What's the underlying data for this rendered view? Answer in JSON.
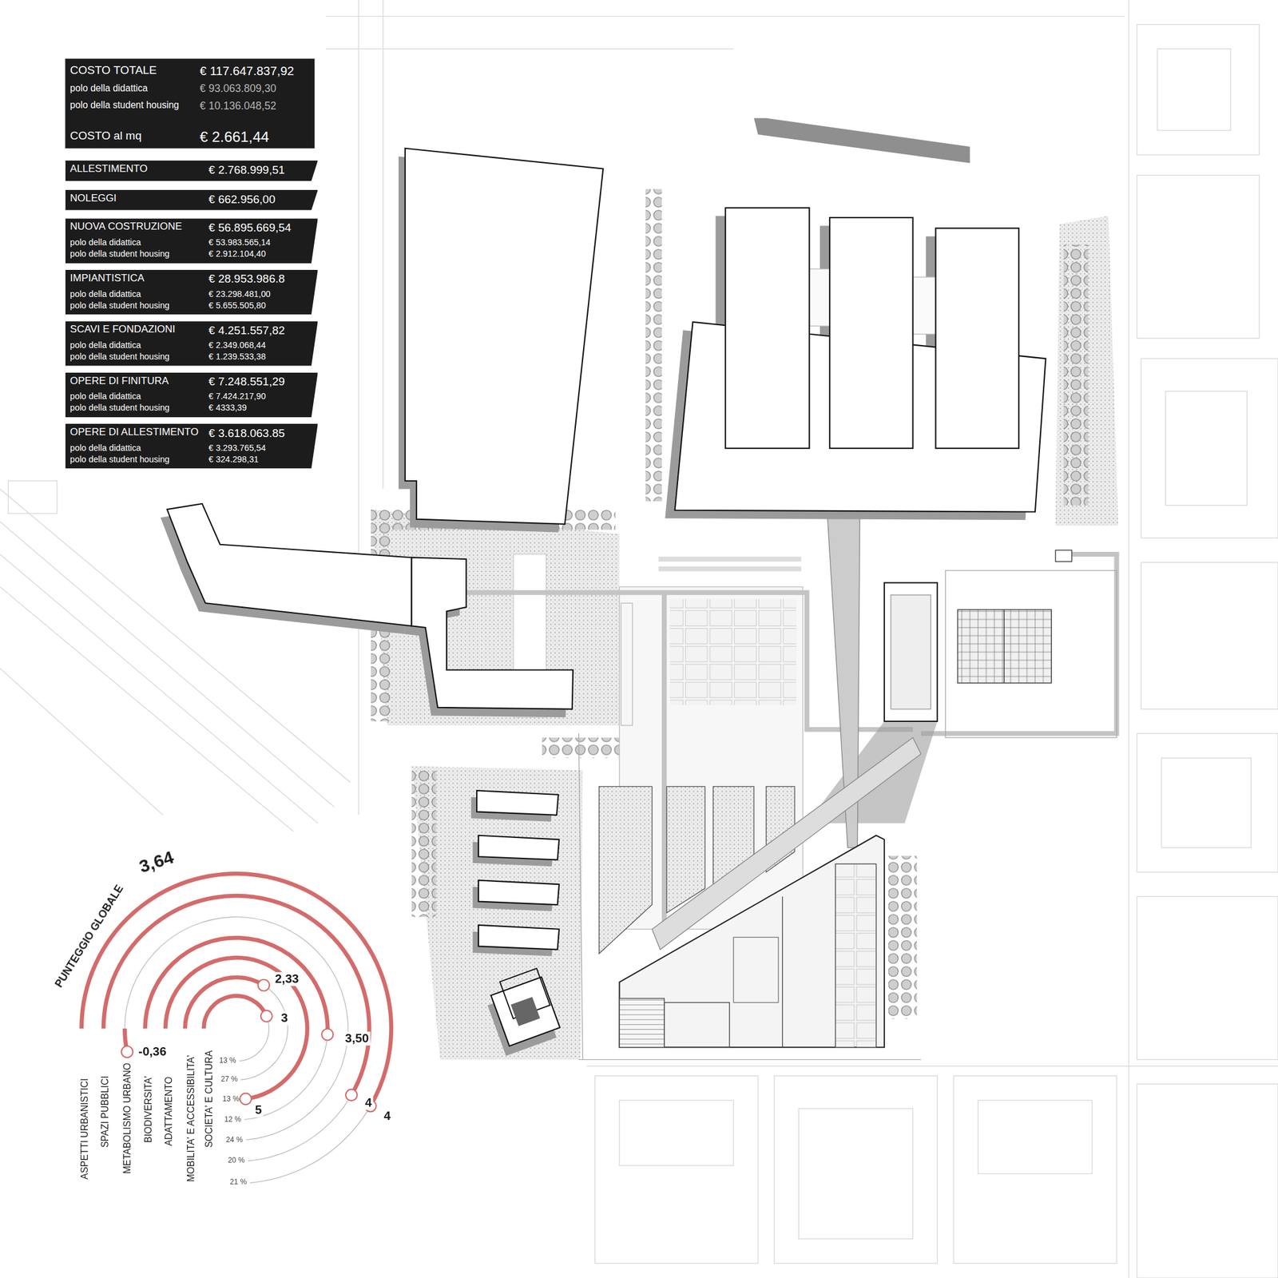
{
  "diagram": {
    "nodes": [
      {
        "text": [
          "COSTO TOTALE",
          "€ 117.647.837,92",
          "polo della didattica",
          "€ 93.063.809,30",
          "polo della student housing",
          "€ 10.136.048,52",
          "COSTO al mq",
          "€ 2.661,44"
        ]
      },
      {
        "text": [
          "ALLESTIMENTO",
          "€ 2.768.999,51"
        ]
      },
      {
        "text": [
          "NOLEGGI",
          "€ 662.956,00"
        ]
      },
      {
        "text": [
          "NUOVA COSTRUZIONE",
          "€ 56.895.669,54",
          "polo della didattica",
          "€ 53.983.565,14",
          "polo della student housing",
          "€ 2.912.104,40"
        ]
      },
      {
        "text": [
          "IMPIANTISTICA",
          "€ 28.953.986.8",
          "polo della didattica",
          "€ 23.298.481,00",
          "polo della student housing",
          "€ 5.655.505,80"
        ]
      },
      {
        "text": [
          "SCAVI E FONDAZIONI",
          "€ 4.251.557,82",
          "polo della didattica",
          "€ 2.349.068,44",
          "polo della student housing",
          "€ 1.239.533,38"
        ]
      },
      {
        "text": [
          "OPERE DI FINITURA",
          "€ 7.248.551,29",
          "polo della didattica",
          "€ 7.424.217,90",
          "polo della student housing",
          "€ 4333,39"
        ]
      },
      {
        "text": [
          "OPERE DI ALLESTIMENTO",
          "€ 3.618.063.85",
          "polo della didattica",
          "€ 3.293.765,54",
          "polo della student housing",
          "€ 324.298,31"
        ]
      }
    ],
    "labels": [
      "PUNTEGGIO GLOBALE",
      "3,64",
      "2,33",
      "3",
      "3,50",
      "-0,36",
      "5",
      "4",
      "4",
      "13 %",
      "27 %",
      "13 %",
      "12 %",
      "24 %",
      "20 %",
      "21 %",
      "ASPETTI URBANISTICI",
      "SPAZI PUBBLICI",
      "METABOLISMO URBANO",
      "BIODIVERSITA'",
      "ADATTAMENTO",
      "MOBILITA' E ACCESSIBILITA'",
      "SOCIETA' E CULTURA"
    ]
  }
}
